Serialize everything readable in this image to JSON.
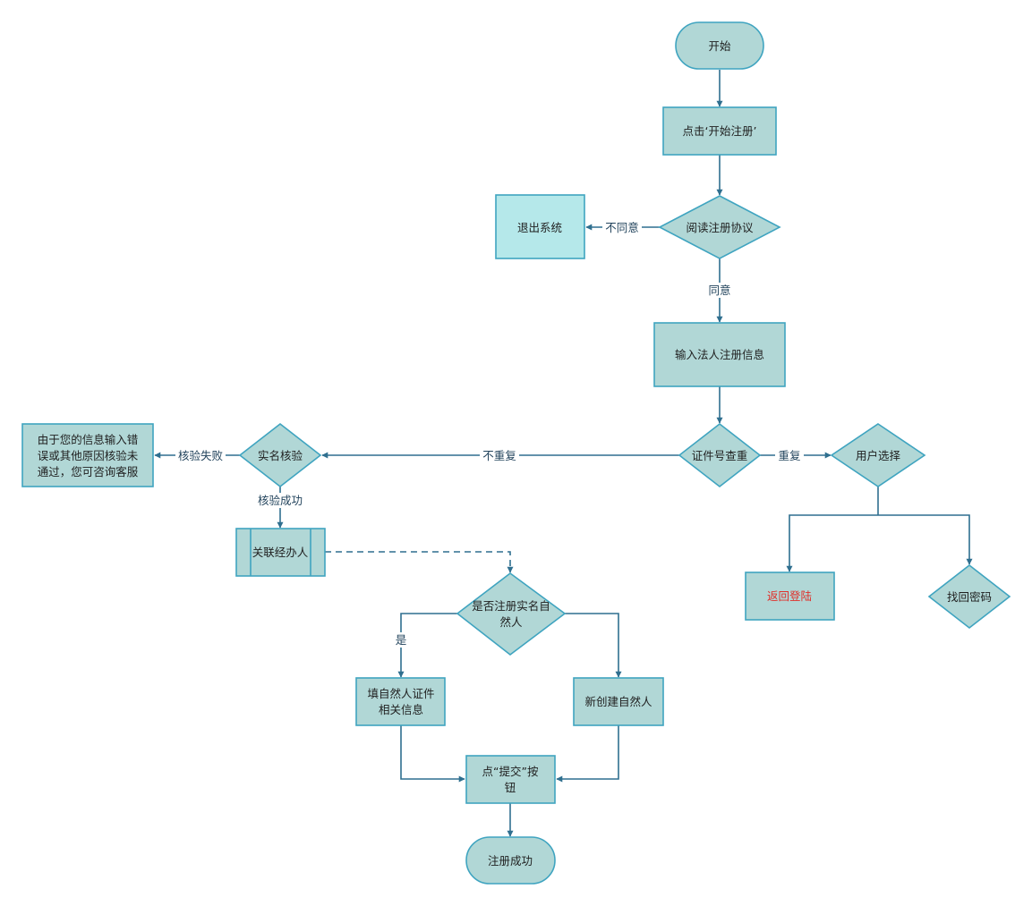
{
  "colors": {
    "node_fill": "#b1d7d6",
    "node_fill_light": "#b5e8ea",
    "node_stroke": "#3fa4c0",
    "edge": "#2f6f8f",
    "edge_dark": "#23445d",
    "text": "#1f1f1f",
    "highlight_text": "#e0302b"
  },
  "nodes": {
    "start": "开始",
    "click_register": "点击‘开始注册’",
    "read_agreement": "阅读注册协议",
    "exit_system": "退出系统",
    "input_info": "输入法人注册信息",
    "id_check": "证件号查重",
    "realname_check": "实名核验",
    "fail_msg_l1": "由于您的信息输入错",
    "fail_msg_l2": "误或其他原因核验未",
    "fail_msg_l3": "通过，您可咨询客服",
    "link_agent": "关联经办人",
    "is_registered_l1": "是否注册实名自",
    "is_registered_l2": "然人",
    "fill_cert_l1": "填自然人证件",
    "fill_cert_l2": "相关信息",
    "new_person": "新创建自然人",
    "submit_l1": "点“提交”按",
    "submit_l2": "钮",
    "success": "注册成功",
    "user_choice": "用户选择",
    "back_login": "返回登陆",
    "find_password": "找回密码"
  },
  "edge_labels": {
    "disagree": "不同意",
    "agree": "同意",
    "not_duplicate": "不重复",
    "duplicate": "重复",
    "verify_fail": "核验失败",
    "verify_success": "核验成功",
    "yes": "是"
  }
}
